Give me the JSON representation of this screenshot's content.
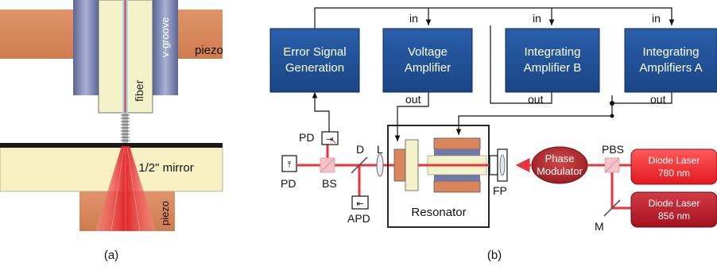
{
  "panel_a": {
    "caption": "(a)",
    "labels": {
      "piezo_top": "piezo",
      "vgroove": "v-groove",
      "fiber": "fiber",
      "mirror": "1/2\" mirror",
      "piezo_bottom": "piezo"
    }
  },
  "panel_b": {
    "caption": "(b)",
    "boxes": {
      "error_signal": [
        "Error Signal",
        "Generation"
      ],
      "voltage_amp": [
        "Voltage",
        "Amplifier"
      ],
      "int_b": [
        "Integrating",
        "Amplifier B"
      ],
      "int_a": [
        "Integrating",
        "Amplifiers A"
      ]
    },
    "ports": {
      "in": "in",
      "out": "out"
    },
    "labels": {
      "pd_top": "PD",
      "pd_left": "PD",
      "bs": "BS",
      "d": "D",
      "l": "L",
      "apd": "APD",
      "resonator": "Resonator",
      "fp": "FP",
      "phase_mod": [
        "Phase",
        "Modulator"
      ],
      "pbs": "PBS",
      "m": "M"
    },
    "lasers": {
      "laser_780": [
        "Diode Laser",
        "780 nm"
      ],
      "laser_856": [
        "Diode Laser",
        "856 nm"
      ]
    }
  },
  "colors": {
    "piezo": "#d9875a",
    "vgroove": "#6f7aa8",
    "fiber_body": "#f4f2c8",
    "mirror": "#f6f0c2",
    "block_blue": "#1f5096",
    "beam_red": "#e8343a",
    "laser_780": "#ef2b2b",
    "laser_856": "#bf1e2e",
    "phase_mod": "#b5292c"
  }
}
